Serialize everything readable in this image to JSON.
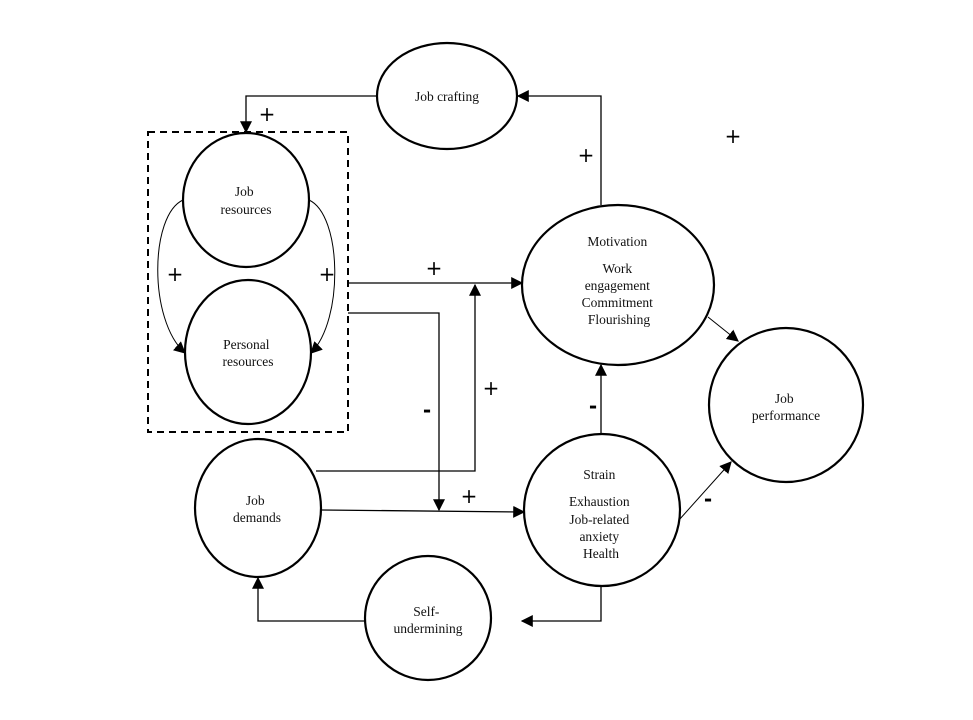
{
  "diagram": {
    "type": "path-model",
    "title": "",
    "group": {
      "label": "",
      "members": [
        "job_resources",
        "personal_resources"
      ]
    },
    "nodes": {
      "job_crafting": {
        "lines": [
          "Job crafting"
        ]
      },
      "job_resources": {
        "lines": [
          "Job",
          "resources"
        ]
      },
      "personal_resources": {
        "lines": [
          "Personal",
          "resources"
        ]
      },
      "job_demands": {
        "lines": [
          "Job",
          "demands"
        ]
      },
      "motivation": {
        "lines": [
          "Motivation",
          "",
          "Work",
          "engagement",
          "Commitment",
          "Flourishing"
        ]
      },
      "strain": {
        "lines": [
          "Strain",
          "",
          "Exhaustion",
          "Job-related",
          "anxiety",
          "Health"
        ]
      },
      "job_performance": {
        "lines": [
          "Job",
          "performance"
        ]
      },
      "self_undermining": {
        "lines": [
          "Self-",
          "undermining"
        ]
      }
    },
    "edges": [
      {
        "id": "crafting_to_resources",
        "from": "job_crafting",
        "to": "job_resources",
        "sign": "+"
      },
      {
        "id": "motivation_to_crafting",
        "from": "motivation",
        "to": "job_crafting",
        "sign": "+"
      },
      {
        "id": "jobres_to_personal_left",
        "from": "job_resources",
        "to": "personal_resources",
        "sign": "+"
      },
      {
        "id": "jobres_to_personal_right",
        "from": "job_resources",
        "to": "personal_resources",
        "sign": "+"
      },
      {
        "id": "resources_to_motivation",
        "from": "resources_group",
        "to": "motivation",
        "sign": "+"
      },
      {
        "id": "resources_moderate_demands_strain",
        "from": "resources_group",
        "to": "demands_strain_path",
        "sign": "-"
      },
      {
        "id": "demands_moderate_resources_motivation",
        "from": "job_demands",
        "to": "resources_motivation_path",
        "sign": "+"
      },
      {
        "id": "demands_to_strain",
        "from": "job_demands",
        "to": "strain",
        "sign": "+"
      },
      {
        "id": "strain_to_motivation",
        "from": "strain",
        "to": "motivation",
        "sign": "-"
      },
      {
        "id": "motivation_to_performance",
        "from": "motivation",
        "to": "job_performance",
        "sign": "+"
      },
      {
        "id": "strain_to_performance",
        "from": "strain",
        "to": "job_performance",
        "sign": "-"
      },
      {
        "id": "strain_to_undermining",
        "from": "strain",
        "to": "self_undermining",
        "sign": ""
      },
      {
        "id": "undermining_to_demands",
        "from": "self_undermining",
        "to": "job_demands",
        "sign": ""
      }
    ],
    "signs": {
      "crafting_to_resources": "+",
      "motivation_to_crafting": "+",
      "motivation_to_performance": "+",
      "jobres_to_personal_left": "+",
      "jobres_to_personal_right": "+",
      "resources_to_motivation": "+",
      "resources_moderate_demands_strain": "-",
      "demands_moderate_resources_motivation": "+",
      "demands_to_strain": "+",
      "strain_to_motivation": "-",
      "strain_to_performance": "-"
    }
  }
}
